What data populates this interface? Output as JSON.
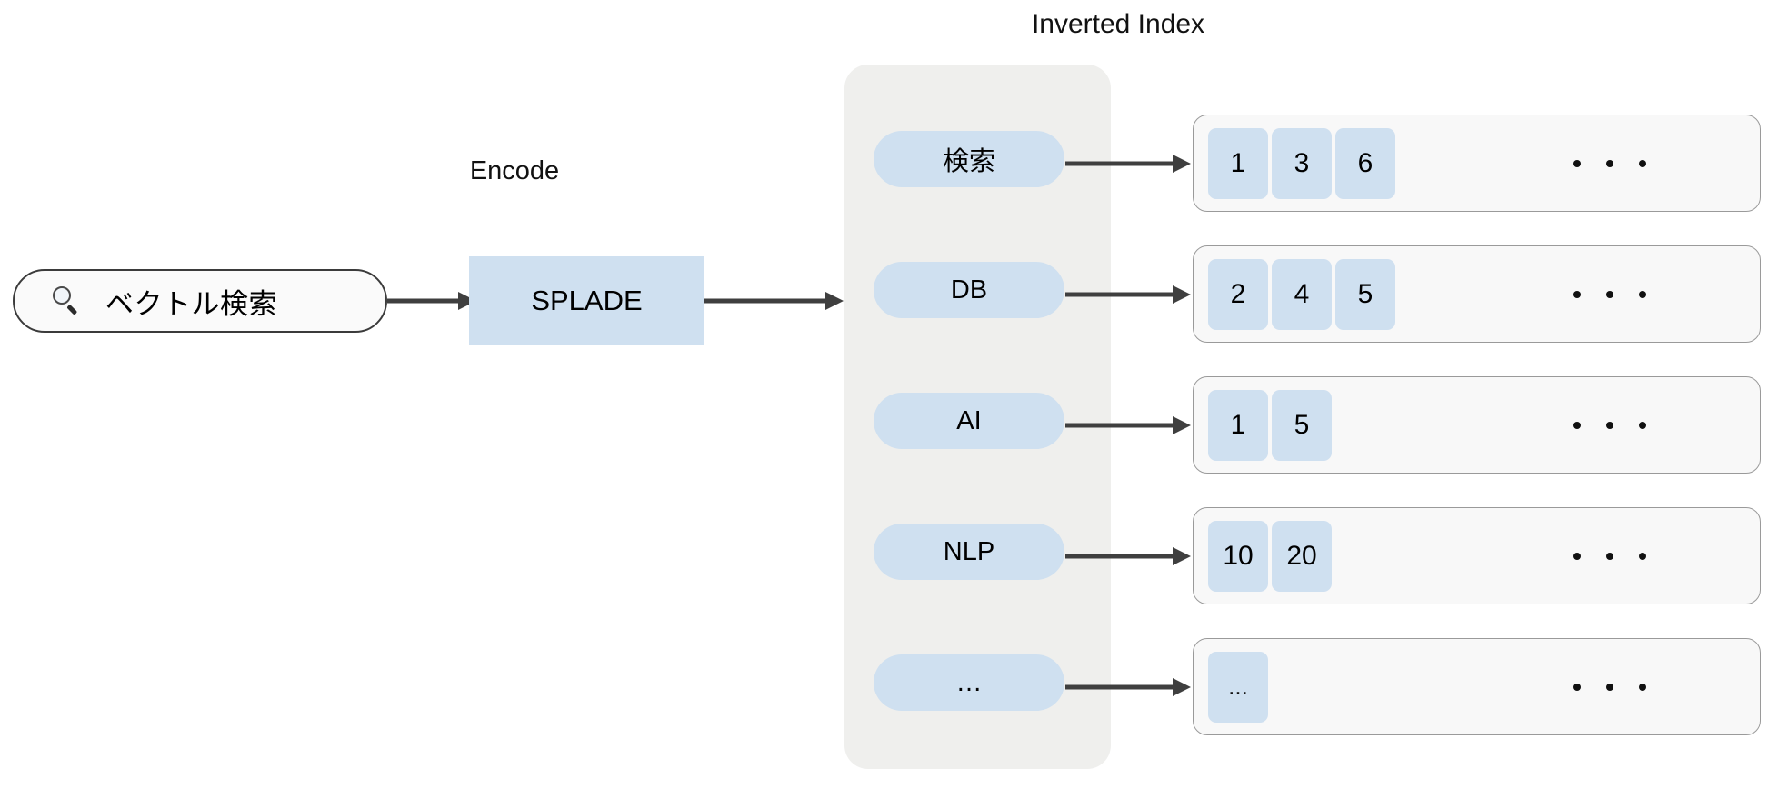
{
  "diagram": {
    "title": "Inverted Index",
    "encode_label": "Encode",
    "query": {
      "icon": "magnifier-icon",
      "text": "ベクトル検索"
    },
    "encoder": {
      "name": "SPLADE"
    },
    "terms": [
      {
        "label": "検索"
      },
      {
        "label": "DB"
      },
      {
        "label": "AI"
      },
      {
        "label": "NLP"
      },
      {
        "label": "…"
      }
    ],
    "postings": [
      {
        "term": "検索",
        "doc_ids": [
          "1",
          "3",
          "6"
        ],
        "continuation": "· · ·"
      },
      {
        "term": "DB",
        "doc_ids": [
          "2",
          "4",
          "5"
        ],
        "continuation": "· · ·"
      },
      {
        "term": "AI",
        "doc_ids": [
          "1",
          "5"
        ],
        "continuation": "· · ·"
      },
      {
        "term": "NLP",
        "doc_ids": [
          "10",
          "20"
        ],
        "continuation": "· · ·"
      },
      {
        "term": "…",
        "doc_ids": [
          "..."
        ],
        "continuation": "· · ·"
      }
    ],
    "colors": {
      "accent_blue": "#cfe0f0",
      "panel_grey": "#efefed",
      "row_bg": "#f8f8f8",
      "row_border": "#9a9a9a",
      "arrow": "#3f3f3f",
      "text": "#000000",
      "background": "#ffffff"
    }
  }
}
